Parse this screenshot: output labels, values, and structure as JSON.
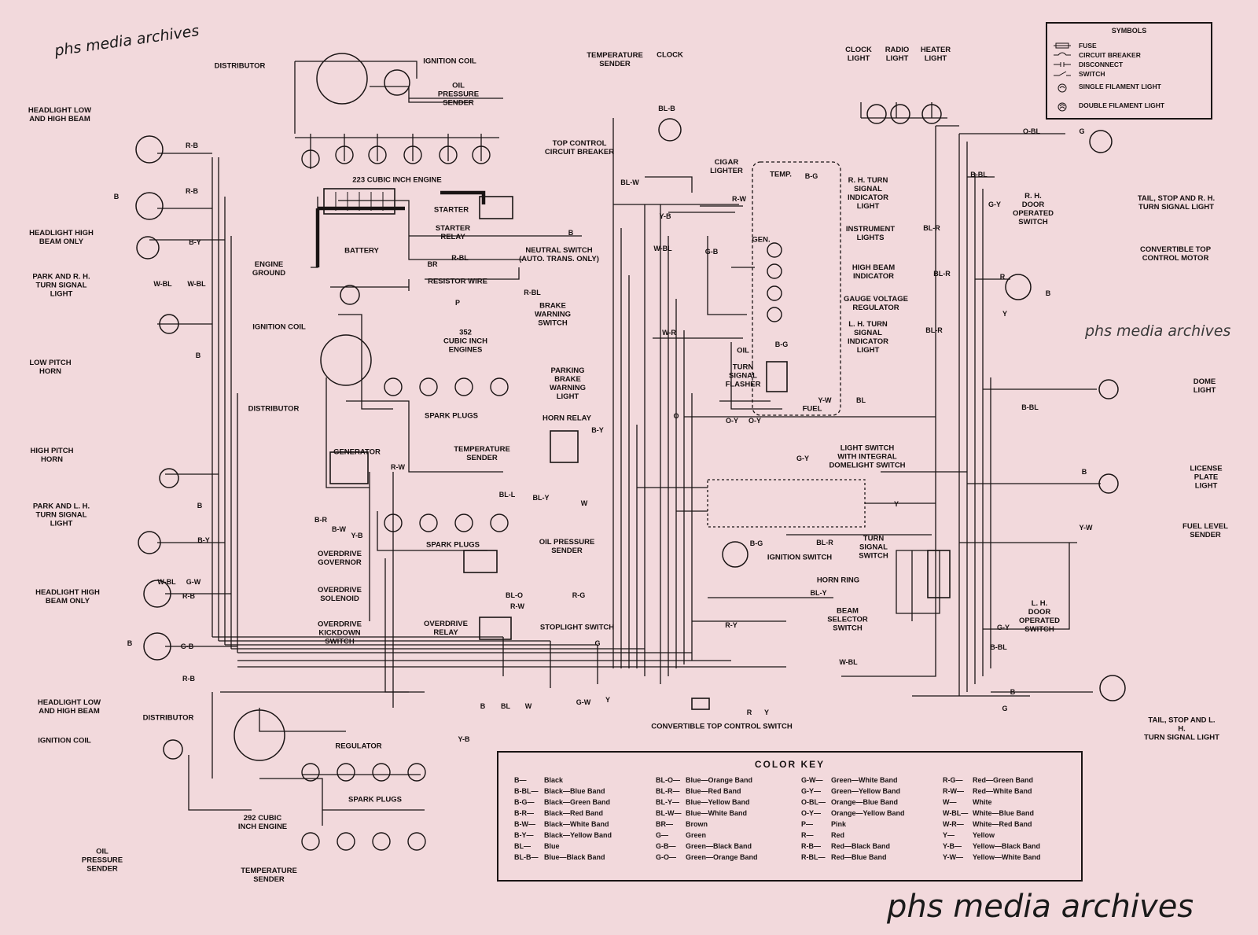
{
  "watermarks": {
    "top_left": "phs media archives",
    "mid_right": "phs media archives",
    "bottom_right": "phs media archives"
  },
  "colors": {
    "paper": "#f2d9dc",
    "ink": "#1a1414"
  },
  "symbols": {
    "title": "SYMBOLS",
    "items": [
      {
        "label": "FUSE",
        "icon": "fuse-icon"
      },
      {
        "label": "CIRCUIT BREAKER",
        "icon": "circuit-breaker-icon"
      },
      {
        "label": "DISCONNECT",
        "icon": "disconnect-icon"
      },
      {
        "label": "SWITCH",
        "icon": "switch-icon"
      },
      {
        "label": "SINGLE FILAMENT LIGHT",
        "icon": "single-filament-light-icon"
      },
      {
        "label": "DOUBLE FILAMENT LIGHT",
        "icon": "double-filament-light-icon"
      }
    ]
  },
  "color_key": {
    "title": "COLOR KEY",
    "columns": [
      [
        {
          "code": "B—",
          "desc": "Black"
        },
        {
          "code": "B-BL—",
          "desc": "Black—Blue Band"
        },
        {
          "code": "B-G—",
          "desc": "Black—Green Band"
        },
        {
          "code": "B-R—",
          "desc": "Black—Red Band"
        },
        {
          "code": "B-W—",
          "desc": "Black—White Band"
        },
        {
          "code": "B-Y—",
          "desc": "Black—Yellow Band"
        },
        {
          "code": "BL—",
          "desc": "Blue"
        },
        {
          "code": "BL-B—",
          "desc": "Blue—Black Band"
        }
      ],
      [
        {
          "code": "BL-O—",
          "desc": "Blue—Orange Band"
        },
        {
          "code": "BL-R—",
          "desc": "Blue—Red Band"
        },
        {
          "code": "BL-Y—",
          "desc": "Blue—Yellow Band"
        },
        {
          "code": "BL-W—",
          "desc": "Blue—White Band"
        },
        {
          "code": "BR—",
          "desc": "Brown"
        },
        {
          "code": "G—",
          "desc": "Green"
        },
        {
          "code": "G-B—",
          "desc": "Green—Black Band"
        },
        {
          "code": "G-O—",
          "desc": "Green—Orange Band"
        }
      ],
      [
        {
          "code": "G-W—",
          "desc": "Green—White Band"
        },
        {
          "code": "G-Y—",
          "desc": "Green—Yellow Band"
        },
        {
          "code": "O-BL—",
          "desc": "Orange—Blue Band"
        },
        {
          "code": "O-Y—",
          "desc": "Orange—Yellow Band"
        },
        {
          "code": "P—",
          "desc": "Pink"
        },
        {
          "code": "R—",
          "desc": "Red"
        },
        {
          "code": "R-B—",
          "desc": "Red—Black Band"
        },
        {
          "code": "R-BL—",
          "desc": "Red—Blue Band"
        }
      ],
      [
        {
          "code": "R-G—",
          "desc": "Red—Green Band"
        },
        {
          "code": "R-W—",
          "desc": "Red—White Band"
        },
        {
          "code": "W—",
          "desc": "White"
        },
        {
          "code": "W-BL—",
          "desc": "White—Blue Band"
        },
        {
          "code": "W-R—",
          "desc": "White—Red Band"
        },
        {
          "code": "Y—",
          "desc": "Yellow"
        },
        {
          "code": "Y-B—",
          "desc": "Yellow—Black Band"
        },
        {
          "code": "Y-W—",
          "desc": "Yellow—White Band"
        }
      ]
    ]
  },
  "components": {
    "distributor_top": "DISTRIBUTOR",
    "ignition_coil_top": "IGNITION COIL",
    "oil_pressure_sender_top": "OIL\nPRESSURE\nSENDER",
    "temperature_sender_top": "TEMPERATURE\nSENDER",
    "clock": "CLOCK",
    "engine_223": "223 CUBIC INCH ENGINE",
    "top_control_cb": "TOP CONTROL\nCIRCUIT BREAKER",
    "cigar_lighter": "CIGAR\nLIGHTER",
    "clock_light": "CLOCK\nLIGHT",
    "radio_light": "RADIO\nLIGHT",
    "heater_light": "HEATER\nLIGHT",
    "headlight_low_high_1": "HEADLIGHT LOW\nAND HIGH BEAM",
    "headlight_high_only_1": "HEADLIGHT HIGH\nBEAM ONLY",
    "park_rh_turn": "PARK AND R. H.\nTURN SIGNAL\nLIGHT",
    "engine_ground": "ENGINE\nGROUND",
    "battery": "BATTERY",
    "starter": "STARTER",
    "starter_relay": "STARTER\nRELAY",
    "neutral_switch": "NEUTRAL SWITCH\n(AUTO. TRANS. ONLY)",
    "resistor_wire": "RESISTOR WIRE",
    "temp_gauge": "TEMP.",
    "rh_turn_indicator": "R. H. TURN\nSIGNAL\nINDICATOR\nLIGHT",
    "gen_gauge": "GEN.",
    "instrument_lights": "INSTRUMENT\nLIGHTS",
    "high_beam_indicator": "HIGH BEAM\nINDICATOR",
    "gauge_voltage_regulator": "GAUGE VOLTAGE\nREGULATOR",
    "lh_turn_indicator": "L. H. TURN\nSIGNAL\nINDICATOR\nLIGHT",
    "oil_gauge": "OIL",
    "turn_signal_flasher": "TURN\nSIGNAL\nFLASHER",
    "fuel_gauge": "FUEL",
    "tail_stop_rh": "TAIL, STOP AND R. H.\nTURN SIGNAL LIGHT",
    "rh_door_switch": "R. H.\nDOOR\nOPERATED\nSWITCH",
    "convertible_top_motor": "CONVERTIBLE TOP\nCONTROL MOTOR",
    "ignition_coil_mid": "IGNITION COIL",
    "engine_352": "352\nCUBIC INCH\nENGINES",
    "brake_warning_switch": "BRAKE\nWARNING\nSWITCH",
    "parking_brake_light": "PARKING\nBRAKE\nWARNING\nLIGHT",
    "low_pitch_horn": "LOW PITCH\nHORN",
    "distributor_mid": "DISTRIBUTOR",
    "spark_plugs_mid": "SPARK PLUGS",
    "horn_relay": "HORN RELAY",
    "dome_light": "DOME\nLIGHT",
    "high_pitch_horn": "HIGH PITCH\nHORN",
    "generator": "GENERATOR",
    "temperature_sender_mid": "TEMPERATURE\nSENDER",
    "light_switch": "LIGHT SWITCH\nWITH INTEGRAL\nDOMELIGHT SWITCH",
    "license_plate_light": "LICENSE\nPLATE\nLIGHT",
    "park_lh_turn": "PARK AND L. H.\nTURN SIGNAL\nLIGHT",
    "oil_pressure_sender_mid": "OIL PRESSURE\nSENDER",
    "fuel_level_sender": "FUEL LEVEL\nSENDER",
    "spark_plugs_od": "SPARK PLUGS",
    "overdrive_governor": "OVERDRIVE\nGOVERNOR",
    "ignition_switch": "IGNITION SWITCH",
    "turn_signal_switch": "TURN\nSIGNAL\nSWITCH",
    "headlight_high_only_2": "HEADLIGHT HIGH\nBEAM ONLY",
    "overdrive_solenoid": "OVERDRIVE\nSOLENOID",
    "horn_ring": "HORN RING",
    "overdrive_kickdown": "OVERDRIVE\nKICKDOWN\nSWITCH",
    "overdrive_relay": "OVERDRIVE\nRELAY",
    "stoplight_switch": "STOPLIGHT SWITCH",
    "beam_selector": "BEAM\nSELECTOR\nSWITCH",
    "lh_door_switch": "L. H.\nDOOR\nOPERATED\nSWITCH",
    "headlight_low_high_2": "HEADLIGHT LOW\nAND HIGH BEAM",
    "distributor_low": "DISTRIBUTOR",
    "ignition_coil_low": "IGNITION COIL",
    "convertible_top_switch": "CONVERTIBLE TOP CONTROL SWITCH",
    "tail_stop_lh": "TAIL, STOP AND L. H.\nTURN SIGNAL LIGHT",
    "regulator": "REGULATOR",
    "spark_plugs_low": "SPARK PLUGS",
    "engine_292": "292 CUBIC\nINCH ENGINE",
    "oil_pressure_sender_low": "OIL\nPRESSURE\nSENDER",
    "temperature_sender_low": "TEMPERATURE\nSENDER"
  },
  "wire_codes": {
    "w1": "R-B",
    "w2": "R-B",
    "w3": "B",
    "w4": "B-Y",
    "w5": "W-BL",
    "w6": "W-BL",
    "w7": "B",
    "w8": "B",
    "w9": "B-Y",
    "w10": "W-BL",
    "w11": "G-W",
    "w12": "R-B",
    "w13": "G-B",
    "w14": "R-B",
    "w15": "B",
    "w16": "BL-B",
    "w17": "BL-W",
    "w18": "R-W",
    "w19": "Y-B",
    "w20": "W-BL",
    "w21": "B-G",
    "w22": "G-B",
    "w23": "B",
    "w24": "R-BL",
    "w25": "BR",
    "w26": "R-BL",
    "w27": "P",
    "w28": "W-R",
    "w29": "B-G",
    "w30": "O-BL",
    "w31": "G",
    "w32": "B-BL",
    "w33": "G-Y",
    "w34": "BL-R",
    "w35": "BL-R",
    "w36": "BL-R",
    "w37": "R",
    "w38": "Y",
    "w39": "B",
    "w40": "B-BL",
    "w41": "BL",
    "w42": "B",
    "w43": "Y",
    "w44": "Y-W",
    "w45": "R-W",
    "w46": "B-Y",
    "w47": "BL-Y",
    "w48": "W",
    "w49": "O-Y",
    "w50": "O",
    "w51": "G-Y",
    "w52": "B-R",
    "w53": "B-W",
    "w54": "Y-B",
    "w55": "BL-R",
    "w56": "B-G",
    "w57": "BL-Y",
    "w58": "BL-O",
    "w59": "R-G",
    "w60": "R-W",
    "w61": "R-Y",
    "w62": "G",
    "w63": "W-BL",
    "w64": "G-Y",
    "w65": "B-BL",
    "w66": "B",
    "w67": "G",
    "w68": "B",
    "w69": "BL",
    "w70": "W",
    "w71": "G-W",
    "w72": "Y",
    "w73": "Y-B",
    "w74": "R",
    "w75": "Y",
    "w76": "BL-L",
    "w77": "Y-W",
    "w78": "O-Y"
  }
}
